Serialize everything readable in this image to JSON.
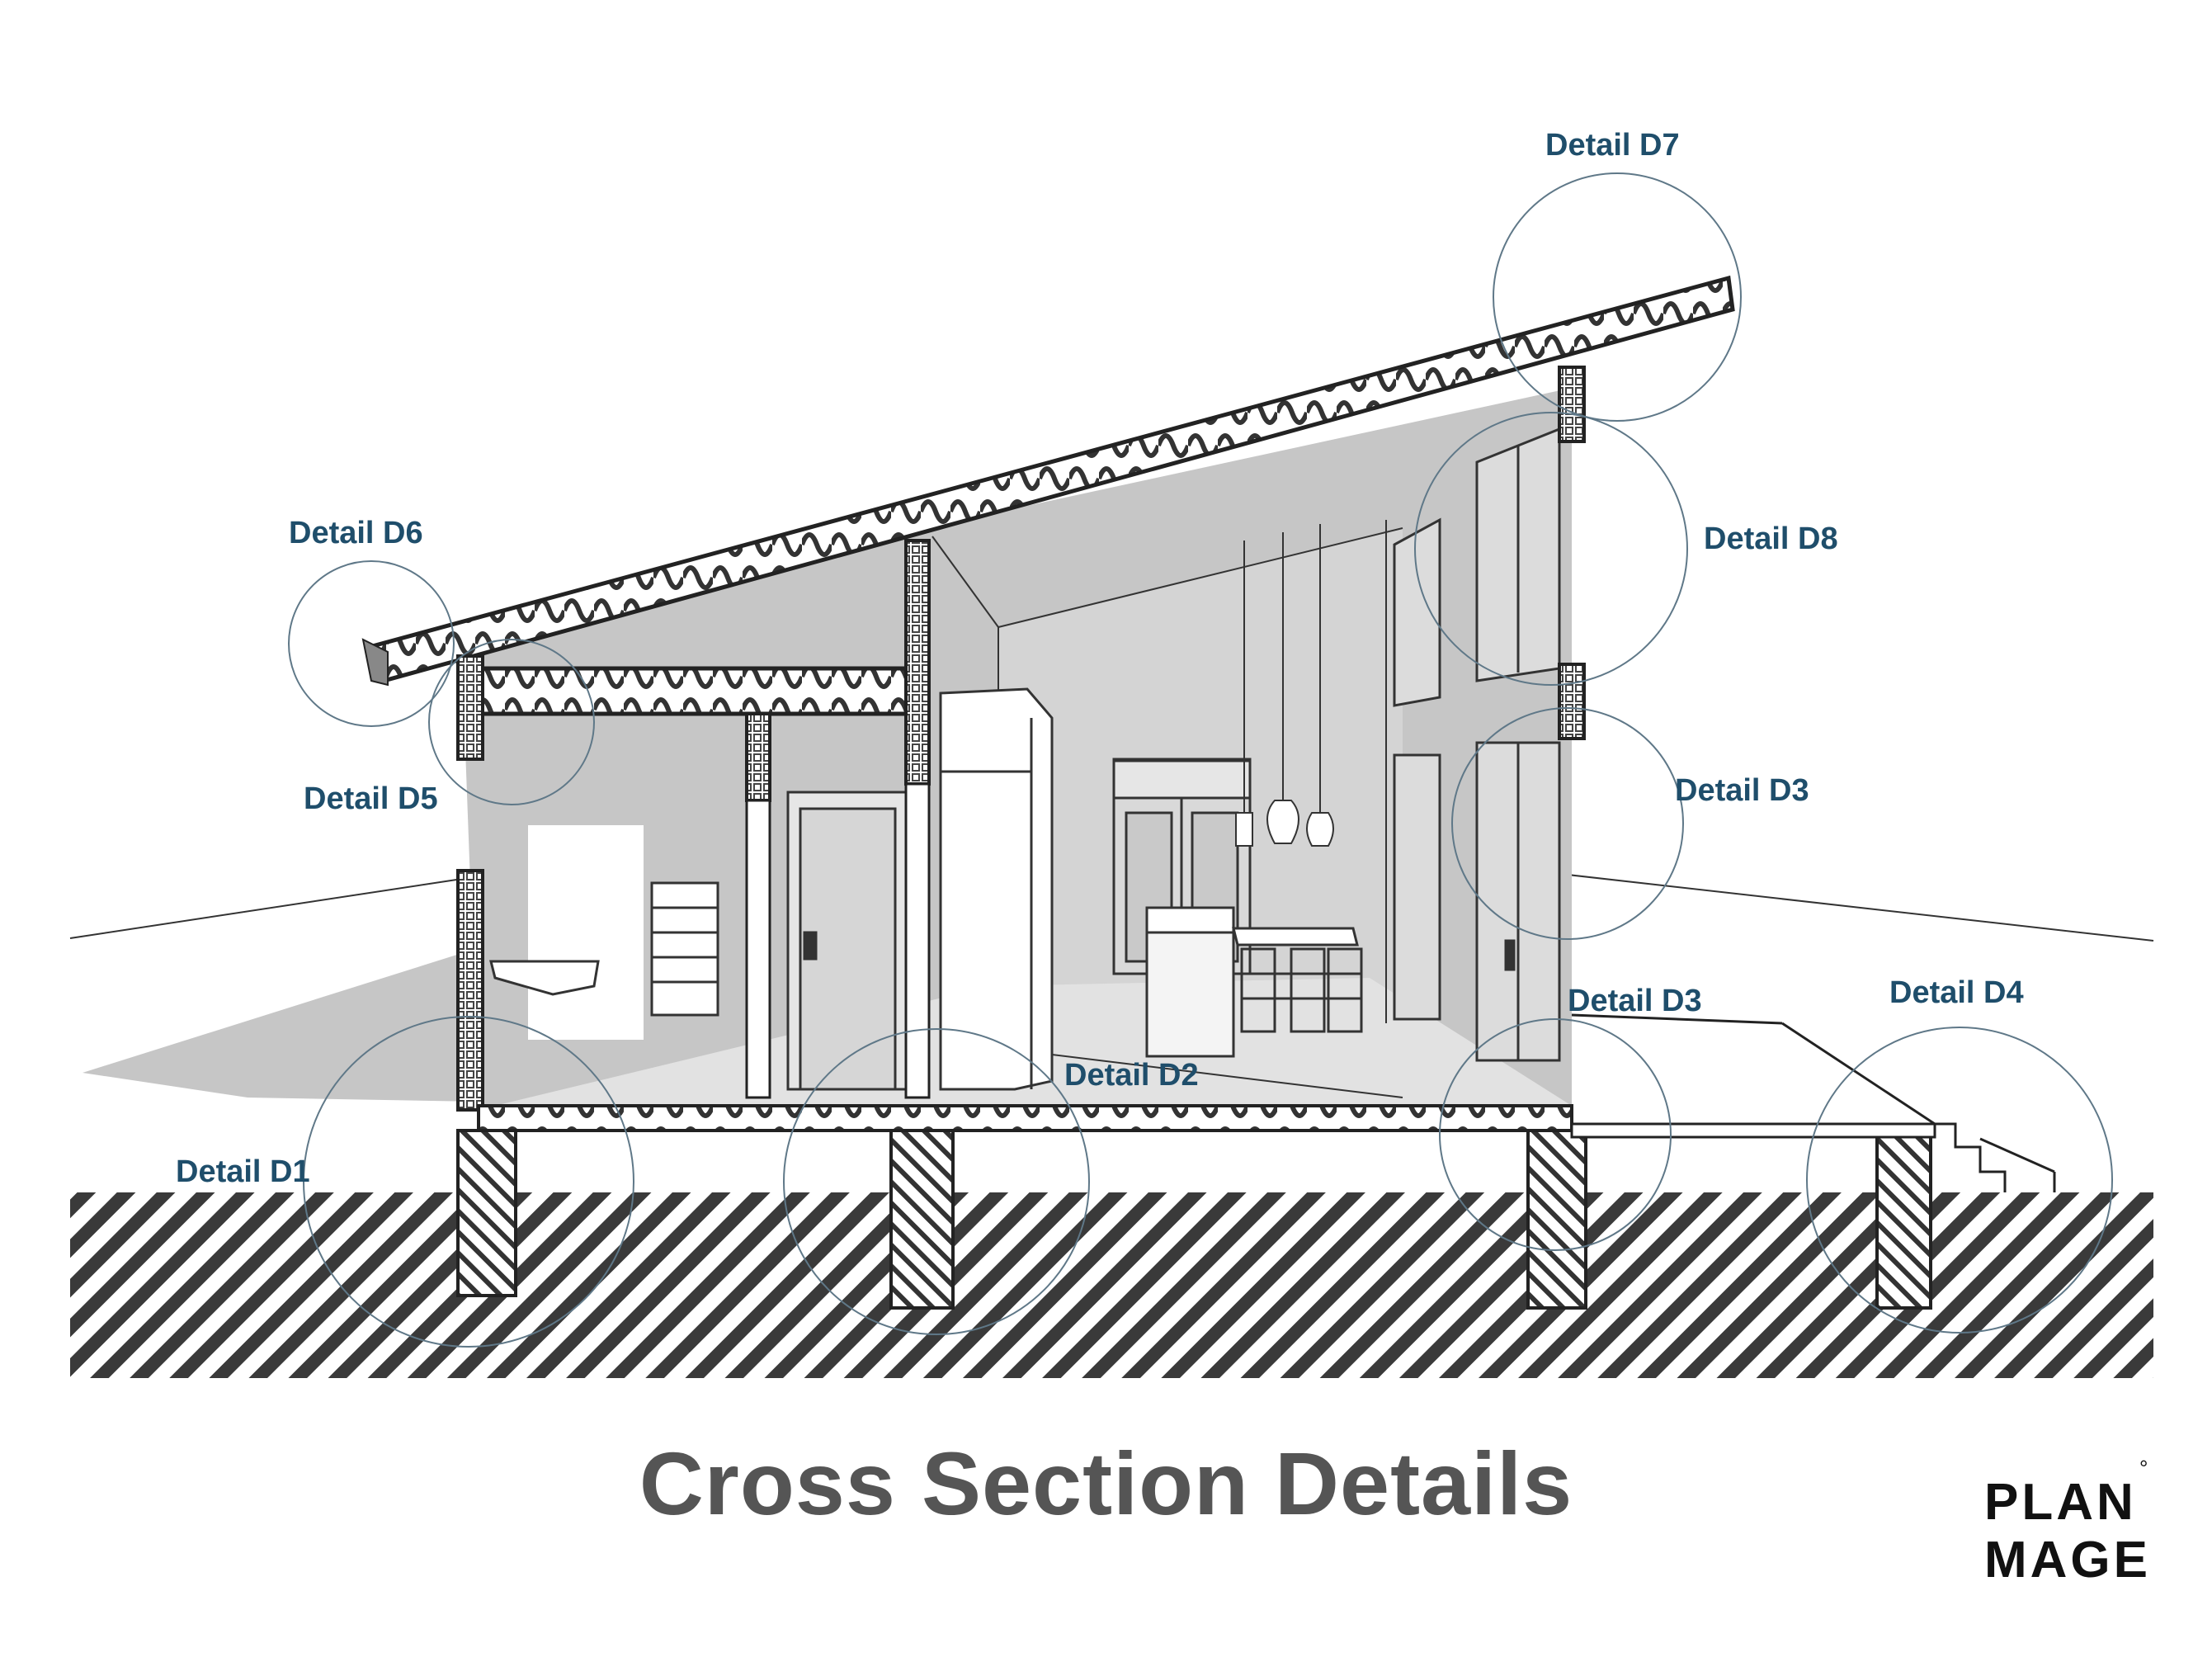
{
  "title": "Cross Section Details",
  "logo": {
    "line1": "PLAN",
    "line2": "MAGE",
    "mark": "°"
  },
  "colors": {
    "label": "#1f4e6b",
    "title": "#555555",
    "interior": "#c6c6c6",
    "hatch": "#333333",
    "circle": "#5f7888"
  },
  "details": [
    {
      "id": "d1",
      "label": "Detail D1"
    },
    {
      "id": "d2",
      "label": "Detail D2"
    },
    {
      "id": "d3a",
      "label": "Detail D3"
    },
    {
      "id": "d3b",
      "label": "Detail D3"
    },
    {
      "id": "d4",
      "label": "Detail D4"
    },
    {
      "id": "d5",
      "label": "Detail D5"
    },
    {
      "id": "d6",
      "label": "Detail D6"
    },
    {
      "id": "d7",
      "label": "Detail D7"
    },
    {
      "id": "d8",
      "label": "Detail D8"
    }
  ]
}
